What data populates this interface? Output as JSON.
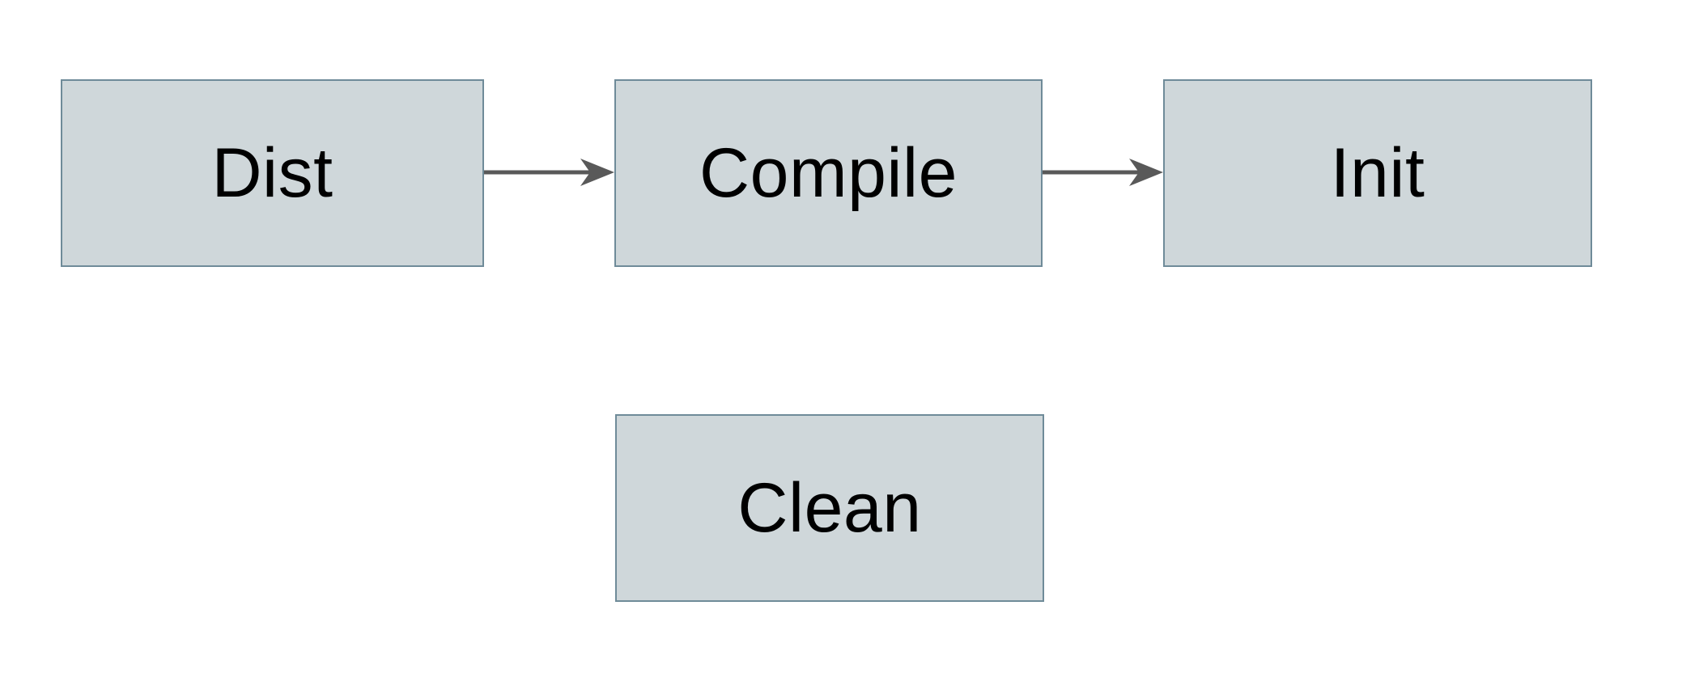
{
  "diagram": {
    "nodes": [
      {
        "id": "dist",
        "label": "Dist"
      },
      {
        "id": "compile",
        "label": "Compile"
      },
      {
        "id": "init",
        "label": "Init"
      },
      {
        "id": "clean",
        "label": "Clean"
      }
    ],
    "edges": [
      {
        "from": "Dist",
        "to": "Compile"
      },
      {
        "from": "Compile",
        "to": "Init"
      }
    ],
    "colors": {
      "node_fill": "#cfd7da",
      "node_border": "#6f8b99",
      "arrow": "#595959",
      "text": "#000000",
      "background": "#ffffff"
    }
  }
}
